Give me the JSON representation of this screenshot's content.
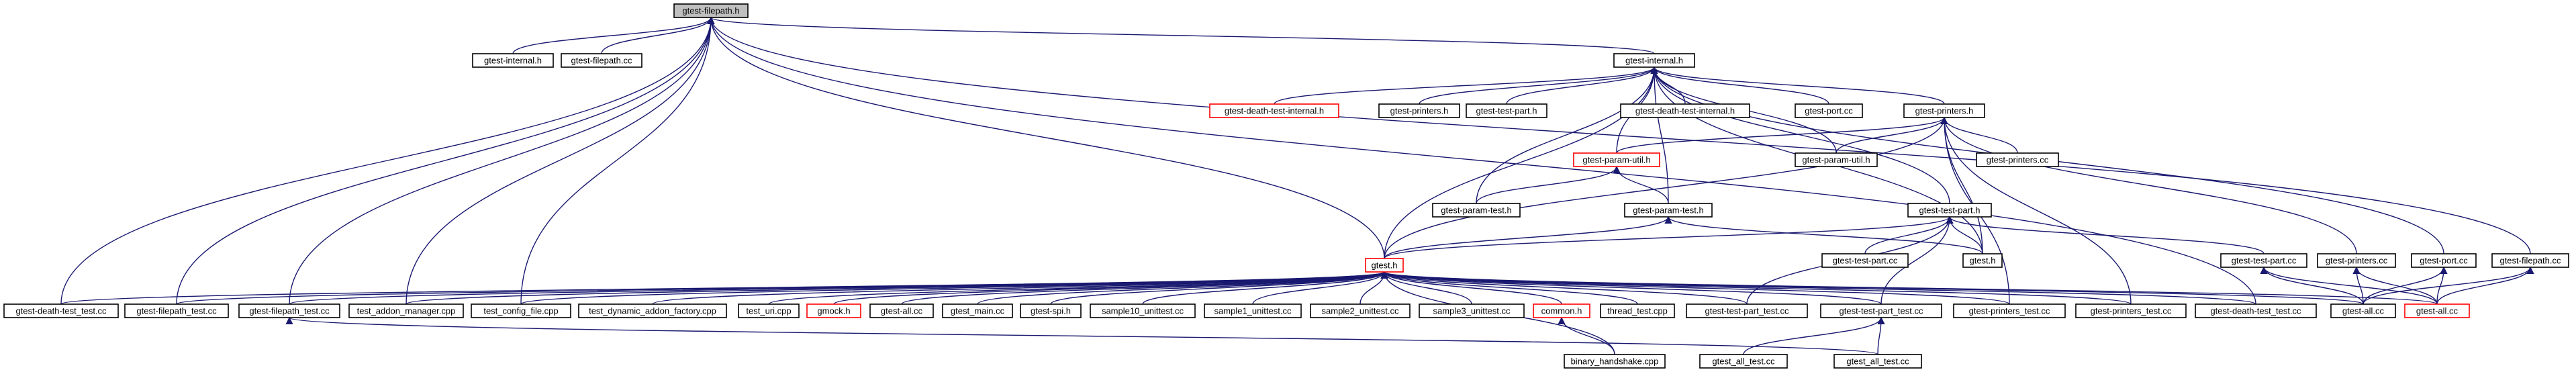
{
  "diagram": {
    "type": "include-dependency-graph",
    "edge_color": "#191970",
    "box_border_color": "#000000",
    "incomplete_box_border_color": "#ff0000",
    "root_fill_color": "#bfbfbf",
    "nodes": [
      {
        "id": "n1",
        "label": "gtest-filepath.h",
        "style": "root"
      },
      {
        "id": "n2",
        "label": "gtest-internal.h",
        "style": "normal"
      },
      {
        "id": "n3",
        "label": "gtest-filepath.cc",
        "style": "normal"
      },
      {
        "id": "n4",
        "label": "gtest-internal.h",
        "style": "normal"
      },
      {
        "id": "n5",
        "label": "gtest-death-test-internal.h",
        "style": "red"
      },
      {
        "id": "n6",
        "label": "gtest-printers.h",
        "style": "normal"
      },
      {
        "id": "n7",
        "label": "gtest-test-part.h",
        "style": "normal"
      },
      {
        "id": "n8",
        "label": "gtest-death-test-internal.h",
        "style": "normal"
      },
      {
        "id": "n9",
        "label": "gtest-port.cc",
        "style": "normal"
      },
      {
        "id": "n10",
        "label": "gtest-printers.h",
        "style": "normal"
      },
      {
        "id": "n11",
        "label": "gtest-param-util.h",
        "style": "red"
      },
      {
        "id": "n12",
        "label": "gtest-param-util.h",
        "style": "normal"
      },
      {
        "id": "n13",
        "label": "gtest-printers.cc",
        "style": "normal"
      },
      {
        "id": "n14",
        "label": "gtest-param-test.h",
        "style": "normal"
      },
      {
        "id": "n15",
        "label": "gtest-param-test.h",
        "style": "normal"
      },
      {
        "id": "n16",
        "label": "gtest-test-part.h",
        "style": "normal"
      },
      {
        "id": "n17",
        "label": "gtest-test-part.cc",
        "style": "normal"
      },
      {
        "id": "n18",
        "label": "gtest.h",
        "style": "normal"
      },
      {
        "id": "n19",
        "label": "gtest.h",
        "style": "red"
      },
      {
        "id": "n20",
        "label": "gtest-test-part.cc",
        "style": "normal"
      },
      {
        "id": "n21",
        "label": "gtest-printers.cc",
        "style": "normal"
      },
      {
        "id": "n22",
        "label": "gtest-port.cc",
        "style": "normal"
      },
      {
        "id": "n23",
        "label": "gtest-filepath.cc",
        "style": "normal"
      },
      {
        "id": "n24",
        "label": "gtest-death-test_test.cc",
        "style": "normal"
      },
      {
        "id": "n25",
        "label": "gtest-filepath_test.cc",
        "style": "normal"
      },
      {
        "id": "n26",
        "label": "gtest-filepath_test.cc",
        "style": "normal"
      },
      {
        "id": "n27",
        "label": "test_addon_manager.cpp",
        "style": "normal"
      },
      {
        "id": "n28",
        "label": "test_config_file.cpp",
        "style": "normal"
      },
      {
        "id": "n29",
        "label": "test_dynamic_addon_factory.cpp",
        "style": "normal"
      },
      {
        "id": "n30",
        "label": "test_uri.cpp",
        "style": "normal"
      },
      {
        "id": "n31",
        "label": "gmock.h",
        "style": "red"
      },
      {
        "id": "n32",
        "label": "gtest-all.cc",
        "style": "normal"
      },
      {
        "id": "n33",
        "label": "gtest_main.cc",
        "style": "normal"
      },
      {
        "id": "n34",
        "label": "gtest-spi.h",
        "style": "normal"
      },
      {
        "id": "n35",
        "label": "sample10_unittest.cc",
        "style": "normal"
      },
      {
        "id": "n36",
        "label": "sample1_unittest.cc",
        "style": "normal"
      },
      {
        "id": "n37",
        "label": "sample2_unittest.cc",
        "style": "normal"
      },
      {
        "id": "n38",
        "label": "sample3_unittest.cc",
        "style": "normal"
      },
      {
        "id": "n39",
        "label": "common.h",
        "style": "red"
      },
      {
        "id": "n40",
        "label": "thread_test.cpp",
        "style": "normal"
      },
      {
        "id": "n41",
        "label": "gtest-test-part_test.cc",
        "style": "normal"
      },
      {
        "id": "n42",
        "label": "gtest-test-part_test.cc",
        "style": "normal"
      },
      {
        "id": "n43",
        "label": "gtest-printers_test.cc",
        "style": "normal"
      },
      {
        "id": "n44",
        "label": "gtest-printers_test.cc",
        "style": "normal"
      },
      {
        "id": "n45",
        "label": "gtest-death-test_test.cc",
        "style": "normal"
      },
      {
        "id": "n46",
        "label": "gtest-all.cc",
        "style": "normal"
      },
      {
        "id": "n47",
        "label": "gtest-all.cc",
        "style": "red"
      },
      {
        "id": "n48",
        "label": "binary_handshake.cpp",
        "style": "normal"
      },
      {
        "id": "n49",
        "label": "gtest_all_test.cc",
        "style": "normal"
      },
      {
        "id": "n50",
        "label": "gtest_all_test.cc",
        "style": "normal"
      }
    ]
  }
}
